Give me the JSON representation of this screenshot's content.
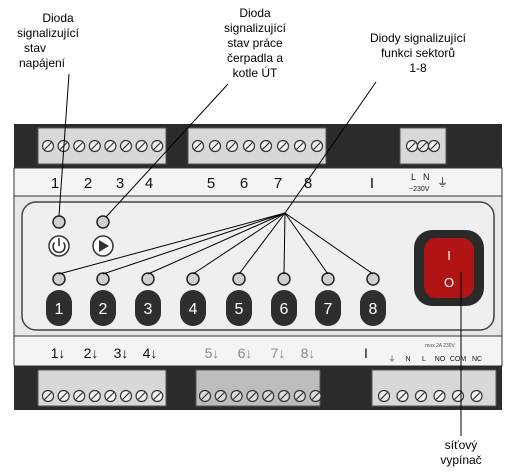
{
  "callouts": {
    "power_led": [
      "Dioda",
      "signalizující",
      "stav",
      "napájení"
    ],
    "pump_led": [
      "Dioda",
      "signalizující",
      "stav práce",
      "čerpadla a",
      "kotle ÚT"
    ],
    "sector_leds": [
      "Diody signalizující",
      "funkci sektorů",
      "1-8"
    ],
    "mains_switch": [
      "síťový",
      "vypínač"
    ]
  },
  "top_terminals": {
    "labels": [
      "1",
      "2",
      "3",
      "4",
      "5",
      "6",
      "7",
      "8",
      "I"
    ],
    "mains_l": "L",
    "mains_n": "N",
    "mains_voltage": "~230V",
    "ground_symbol": "⏚"
  },
  "sectors": [
    "1",
    "2",
    "3",
    "4",
    "5",
    "6",
    "7",
    "8"
  ],
  "switch_symbols": {
    "on": "I",
    "off": "O"
  },
  "bottom_terminals": {
    "labels": [
      "1↓",
      "2↓",
      "3↓",
      "4↓",
      "5↓",
      "6↓",
      "7↓",
      "8↓",
      "I"
    ],
    "relay_header": "max 2A 230V",
    "relay_pins": [
      "⏚",
      "N",
      "L",
      "NO",
      "COM",
      "NC"
    ]
  },
  "colors": {
    "frame": "#2b2b2b",
    "panel": "#e8e8e8",
    "terminal_block": "#d8d8d8",
    "badge": "#2e2e2e",
    "switch_rocker": "#b01414",
    "leader": "#000000"
  }
}
